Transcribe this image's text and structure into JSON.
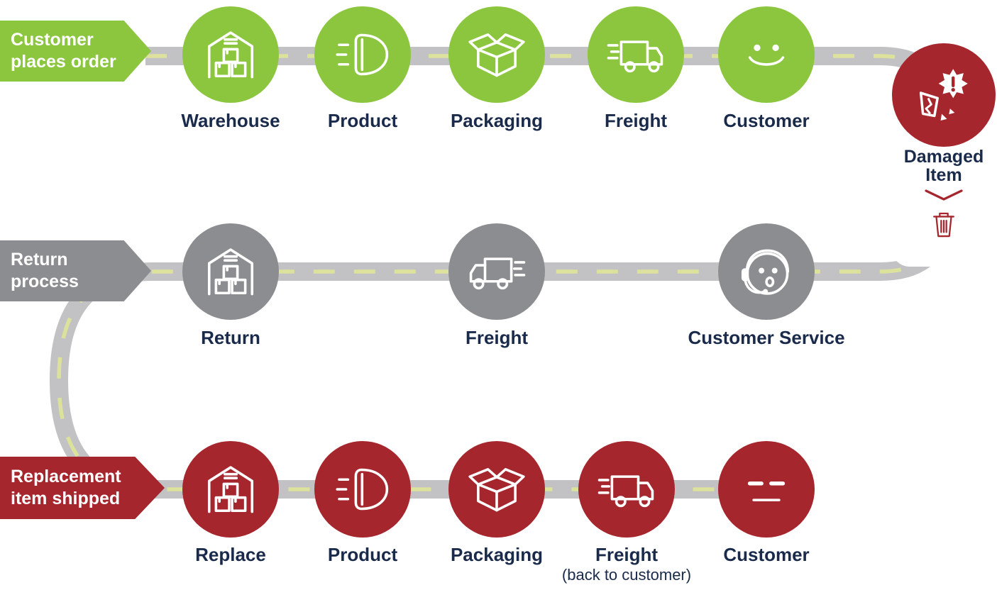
{
  "diagram": {
    "rows": [
      {
        "name": "customer-places-order",
        "banner": {
          "line1": "Customer",
          "line2": "places order",
          "color": "#8CC63F"
        },
        "nodes": [
          {
            "label": "Warehouse",
            "icon": "warehouse-icon"
          },
          {
            "label": "Product",
            "icon": "headlight-icon"
          },
          {
            "label": "Packaging",
            "icon": "open-box-icon"
          },
          {
            "label": "Freight",
            "icon": "delivery-truck-icon"
          },
          {
            "label": "Customer",
            "icon": "happy-face-icon"
          }
        ]
      },
      {
        "name": "return-process",
        "banner": {
          "line1": "Return",
          "line2": "process",
          "color": "#8B8D90"
        },
        "nodes": [
          {
            "label": "Return",
            "icon": "warehouse-icon"
          },
          {
            "label": "Freight",
            "icon": "delivery-truck-icon"
          },
          {
            "label": "Customer Service",
            "icon": "support-headset-icon"
          }
        ]
      },
      {
        "name": "replacement-item-shipped",
        "banner": {
          "line1": "Replacement",
          "line2": "item shipped",
          "color": "#A6262E"
        },
        "nodes": [
          {
            "label": "Replace",
            "icon": "warehouse-icon"
          },
          {
            "label": "Product",
            "icon": "headlight-icon"
          },
          {
            "label": "Packaging",
            "icon": "open-box-icon"
          },
          {
            "label": "Freight",
            "sublabel": "(back to customer)",
            "icon": "delivery-truck-icon"
          },
          {
            "label": "Customer",
            "icon": "unamused-face-icon"
          }
        ]
      }
    ],
    "damaged_item": {
      "line1": "Damaged",
      "line2": "Item",
      "icon": "broken-item-burst-icon",
      "secondary_icon": "trash-can-icon"
    },
    "colors": {
      "green": "#8CC63F",
      "gray": "#8B8D90",
      "red": "#A6262E",
      "road": "#C2C2C4",
      "road_dash": "#DCE29B",
      "label_text": "#1A2A4A",
      "banner_text": "#FFFFFF"
    }
  }
}
